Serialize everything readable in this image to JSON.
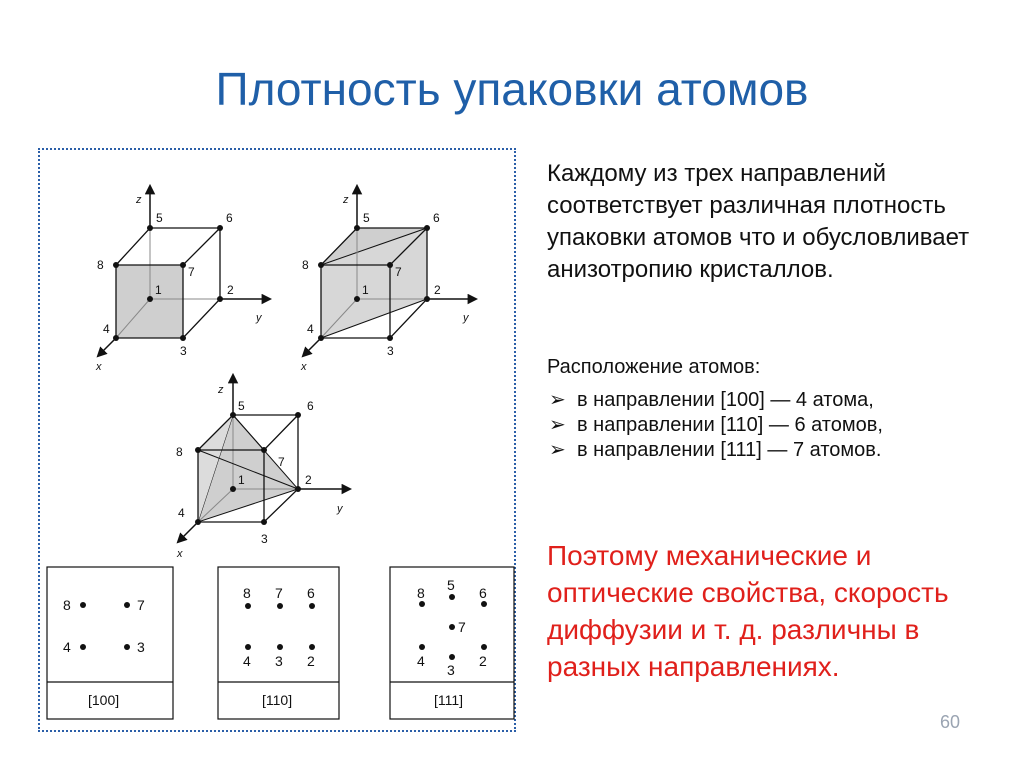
{
  "slide": {
    "title": "Плотность упаковки атомов",
    "paragraph": "Каждому из трех направлений соответствует различная плотность упаковки атомов что и обусловливает анизотропию кристаллов.",
    "arrangement_title": "Расположение атомов:",
    "bullets": [
      "в направлении [100] — 4 атома,",
      "в направлении [110] — 6 атомов,",
      "в направлении [111] — 7 атомов."
    ],
    "conclusion": "Поэтому механические и оптические свойства, скорость диффузии и т. д. различны в разных направлениях.",
    "page_number": "60",
    "title_color": "#1f5fa8",
    "conclusion_color": "#e0201b"
  },
  "figure": {
    "axis_labels": {
      "x": "x",
      "y": "y",
      "z": "z"
    },
    "cube_vertices": [
      "1",
      "2",
      "3",
      "4",
      "5",
      "6",
      "7",
      "8"
    ],
    "planes": [
      {
        "label": "[100]",
        "atoms": [
          "8",
          "7",
          "4",
          "3"
        ]
      },
      {
        "label": "[110]",
        "atoms": [
          "8",
          "7",
          "6",
          "4",
          "3",
          "2"
        ]
      },
      {
        "label": "[111]",
        "atoms": [
          "5",
          "8",
          "6",
          "7",
          "4",
          "3",
          "2"
        ]
      }
    ]
  }
}
